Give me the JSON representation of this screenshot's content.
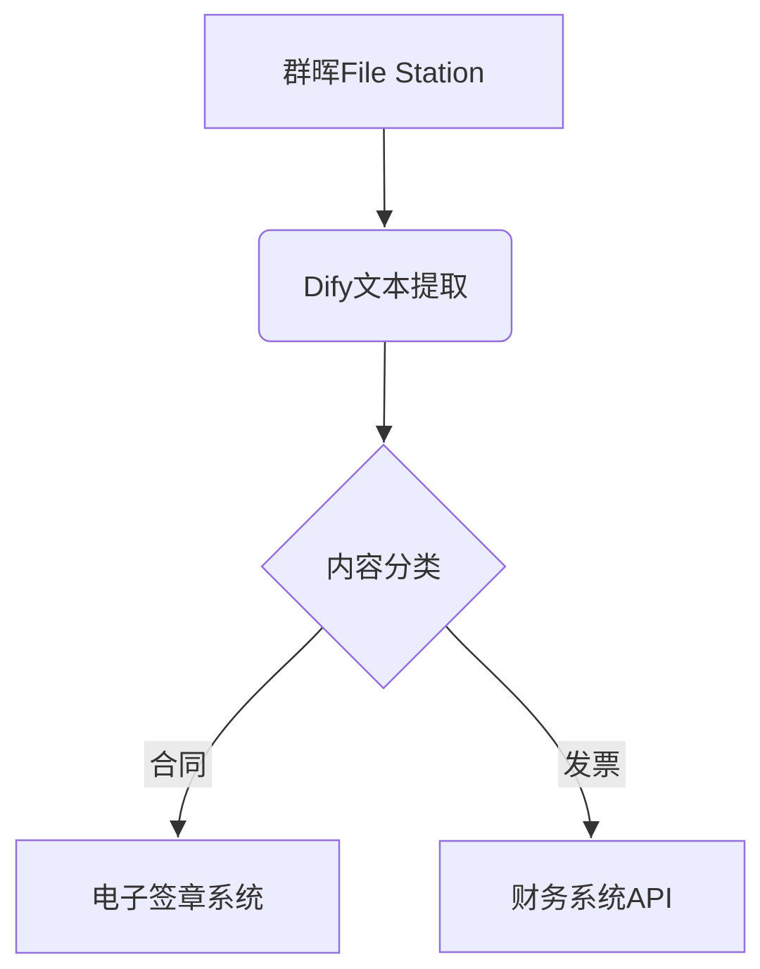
{
  "diagram": {
    "type": "flowchart",
    "direction": "top-down",
    "nodes": [
      {
        "id": "source",
        "label": "群晖File Station",
        "shape": "rectangle"
      },
      {
        "id": "extract",
        "label": "Dify文本提取",
        "shape": "rounded-rectangle"
      },
      {
        "id": "classify",
        "label": "内容分类",
        "shape": "diamond"
      },
      {
        "id": "esign",
        "label": "电子签章系统",
        "shape": "rectangle"
      },
      {
        "id": "finance",
        "label": "财务系统API",
        "shape": "rectangle"
      }
    ],
    "edges": [
      {
        "from": "source",
        "to": "extract",
        "label": ""
      },
      {
        "from": "extract",
        "to": "classify",
        "label": ""
      },
      {
        "from": "classify",
        "to": "esign",
        "label": "合同"
      },
      {
        "from": "classify",
        "to": "finance",
        "label": "发票"
      }
    ],
    "colors": {
      "node_fill": "#ECECFF",
      "node_border": "#9370DB",
      "edge_line": "#333333",
      "edge_label_bg": "#e8e8e8",
      "text": "#333333",
      "canvas_bg": "#ffffff"
    }
  }
}
